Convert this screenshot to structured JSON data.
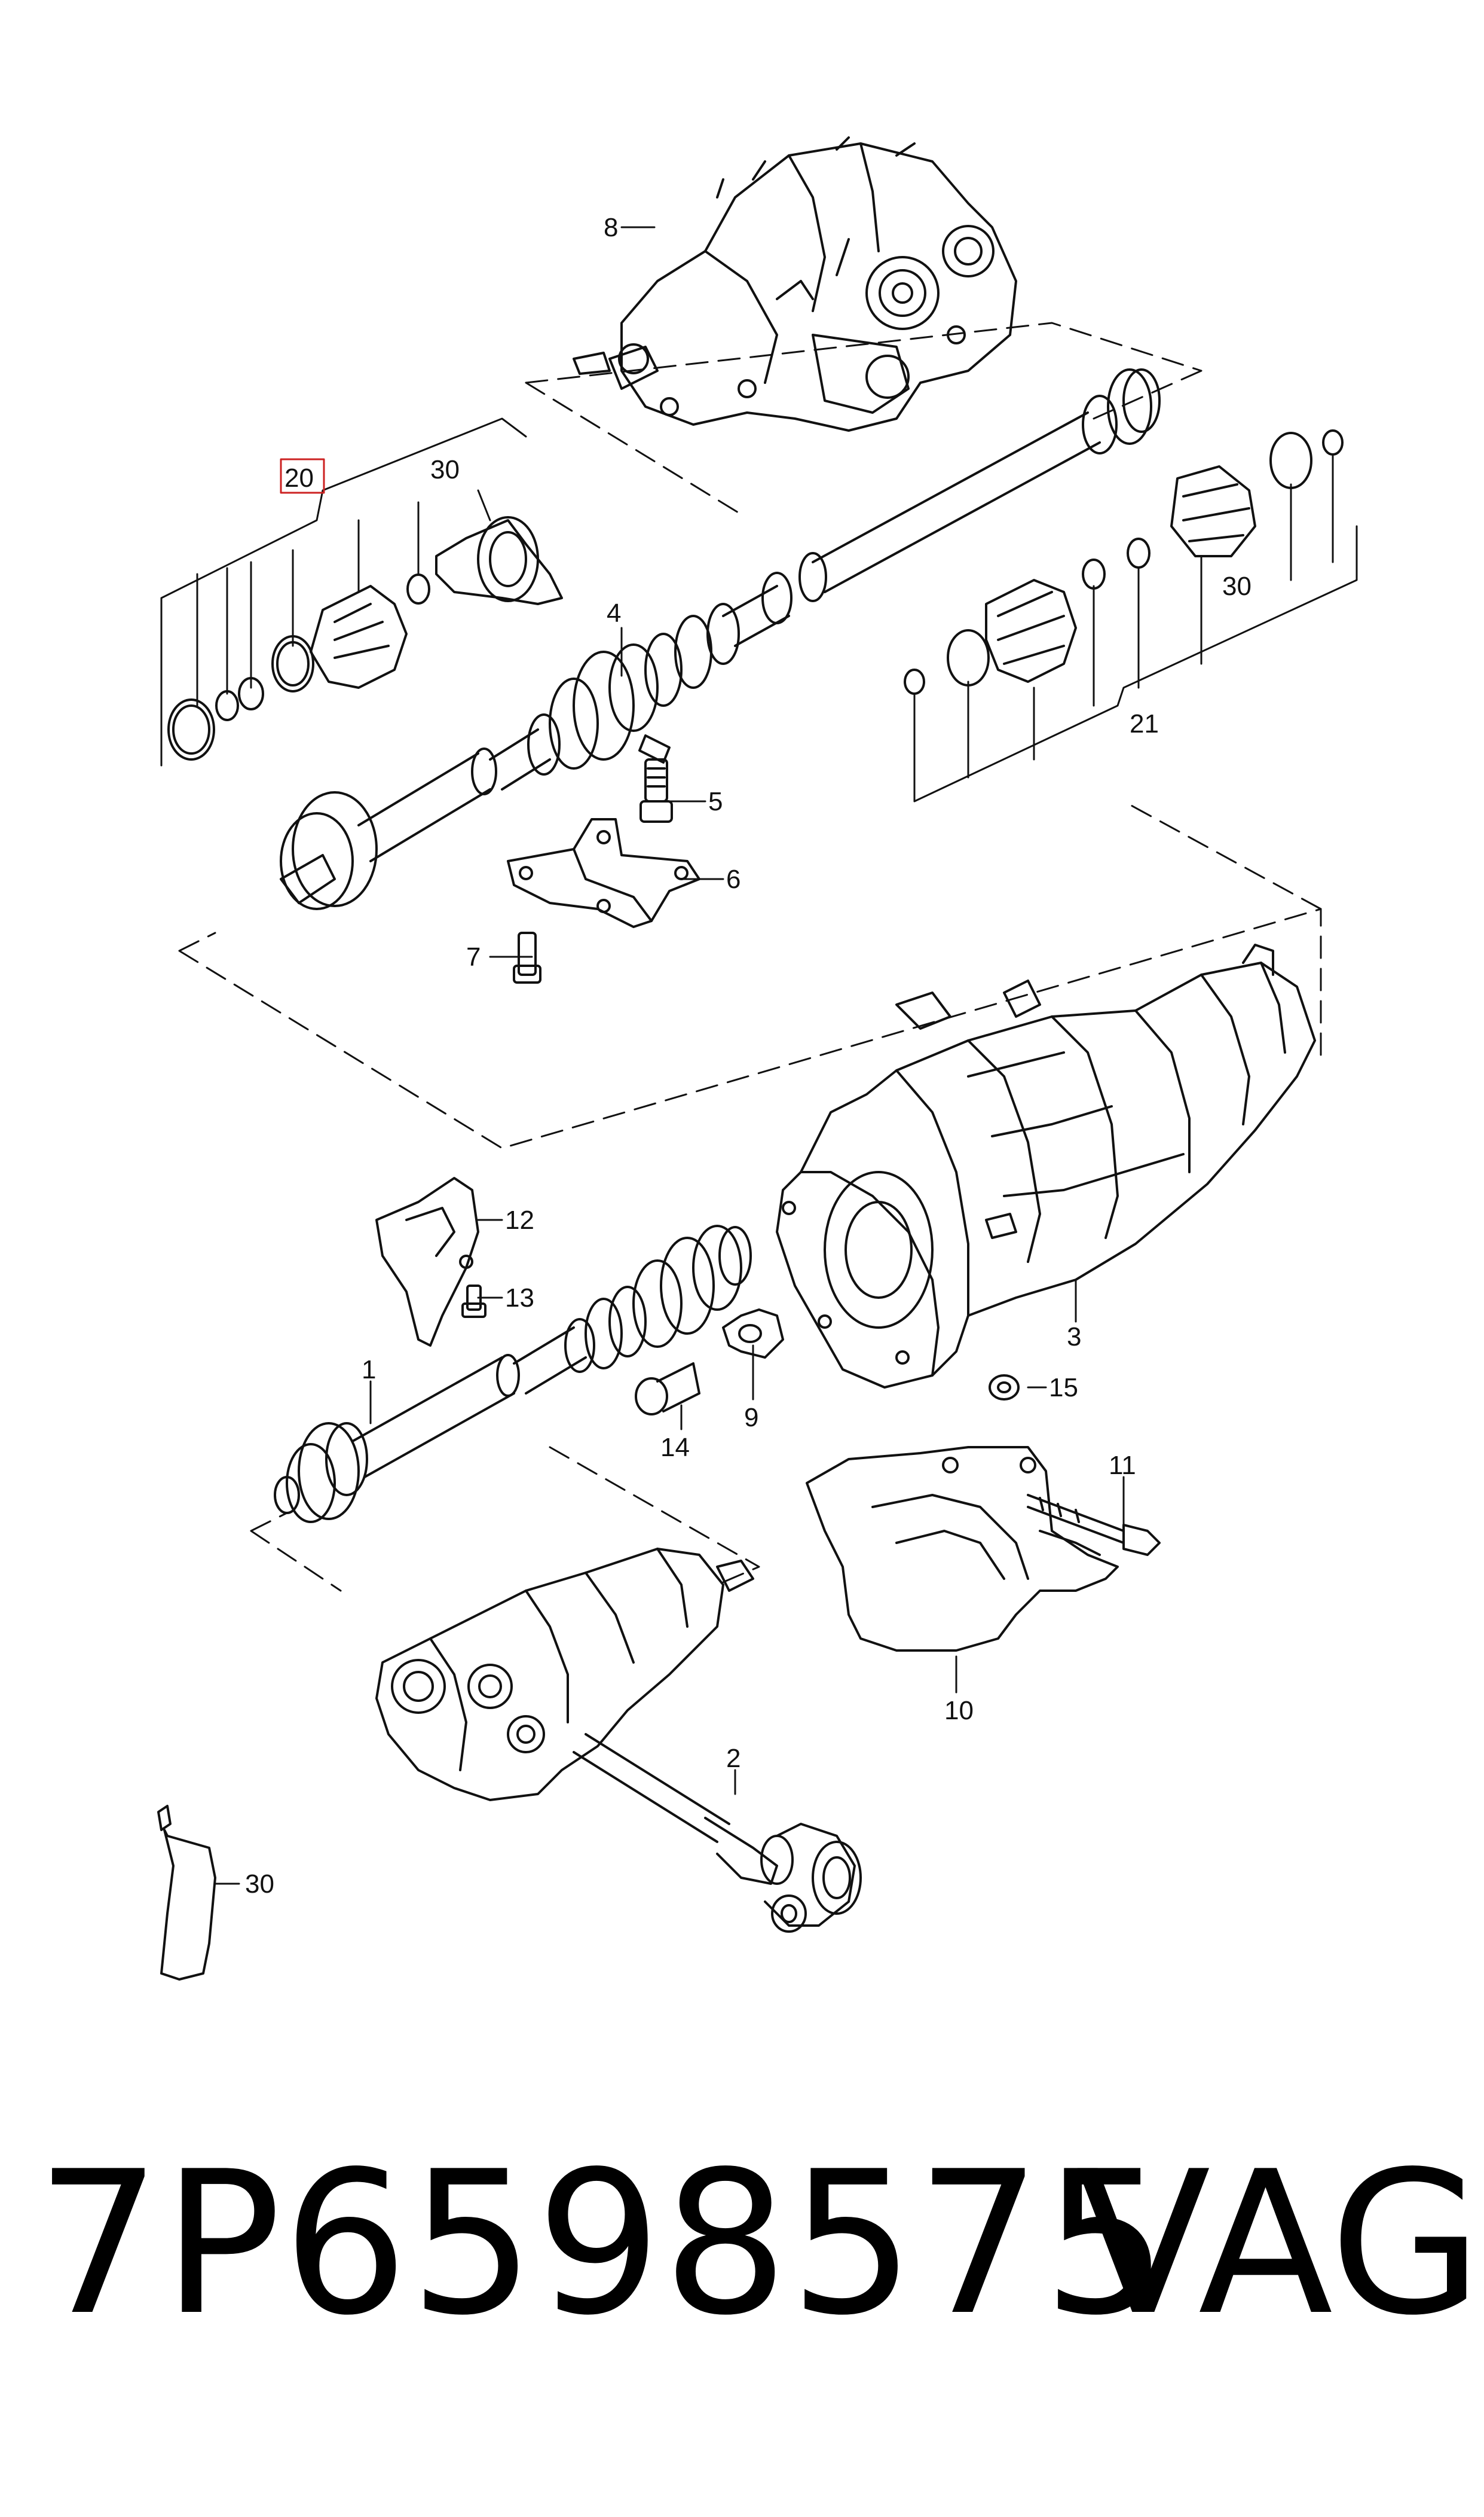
{
  "diagram": {
    "callouts": [
      {
        "id": "c20",
        "label": "20",
        "highlight": true
      },
      {
        "id": "c30a",
        "label": "30"
      },
      {
        "id": "c8",
        "label": "8"
      },
      {
        "id": "c4",
        "label": "4"
      },
      {
        "id": "c5",
        "label": "5"
      },
      {
        "id": "c6",
        "label": "6"
      },
      {
        "id": "c7",
        "label": "7"
      },
      {
        "id": "c30b",
        "label": "30"
      },
      {
        "id": "c21",
        "label": "21"
      },
      {
        "id": "c12",
        "label": "12"
      },
      {
        "id": "c13",
        "label": "13"
      },
      {
        "id": "c1",
        "label": "1"
      },
      {
        "id": "c3",
        "label": "3"
      },
      {
        "id": "c9",
        "label": "9"
      },
      {
        "id": "c14",
        "label": "14"
      },
      {
        "id": "c15",
        "label": "15"
      },
      {
        "id": "c11",
        "label": "11"
      },
      {
        "id": "c10",
        "label": "10"
      },
      {
        "id": "c2",
        "label": "2"
      },
      {
        "id": "c30c",
        "label": "30"
      }
    ],
    "highlight_color": "#cc2222",
    "line_color": "#111111"
  },
  "footer": {
    "part_number": "7P6598575",
    "brand": "VAG"
  }
}
